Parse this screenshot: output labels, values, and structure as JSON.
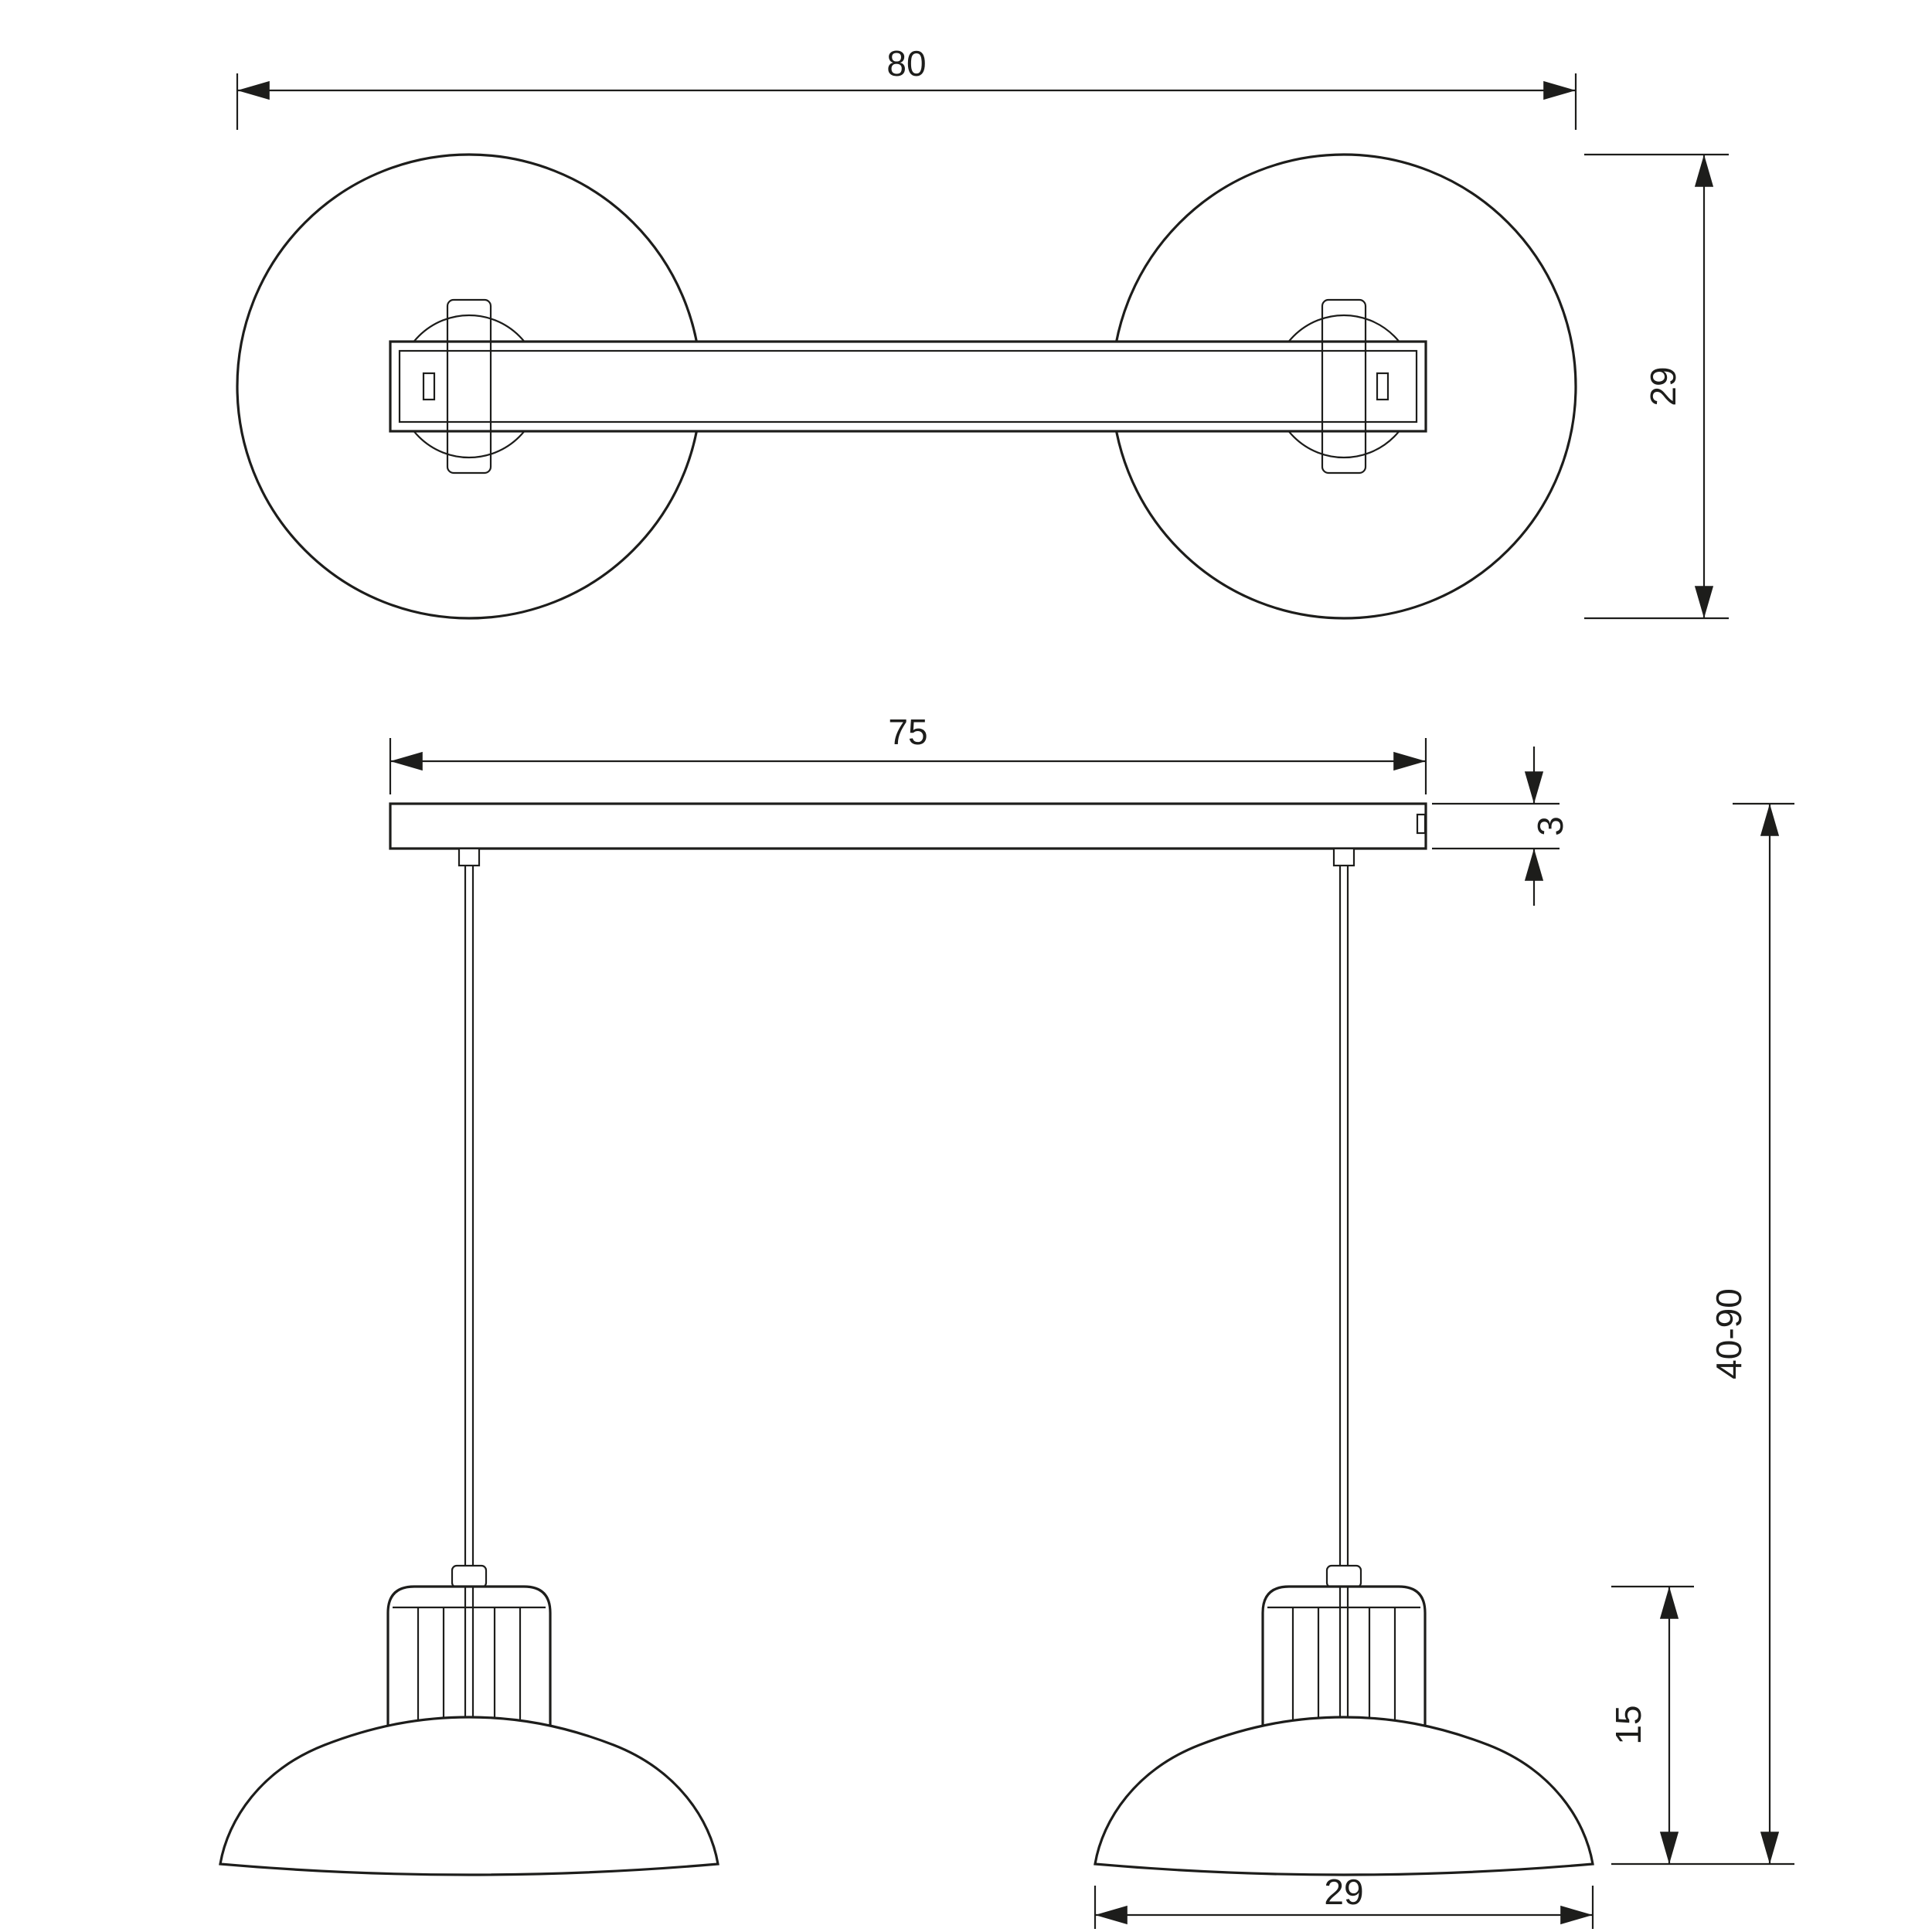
{
  "colors": {
    "line": "#1d1d1b",
    "background": "#ffffff"
  },
  "dimensions": {
    "top_overall_width": "80",
    "top_shade_diameter": "29",
    "front_bar_length": "75",
    "front_bar_thickness": "3",
    "front_suspension_range": "40-90",
    "front_shade_height": "15",
    "front_shade_diameter": "29"
  }
}
